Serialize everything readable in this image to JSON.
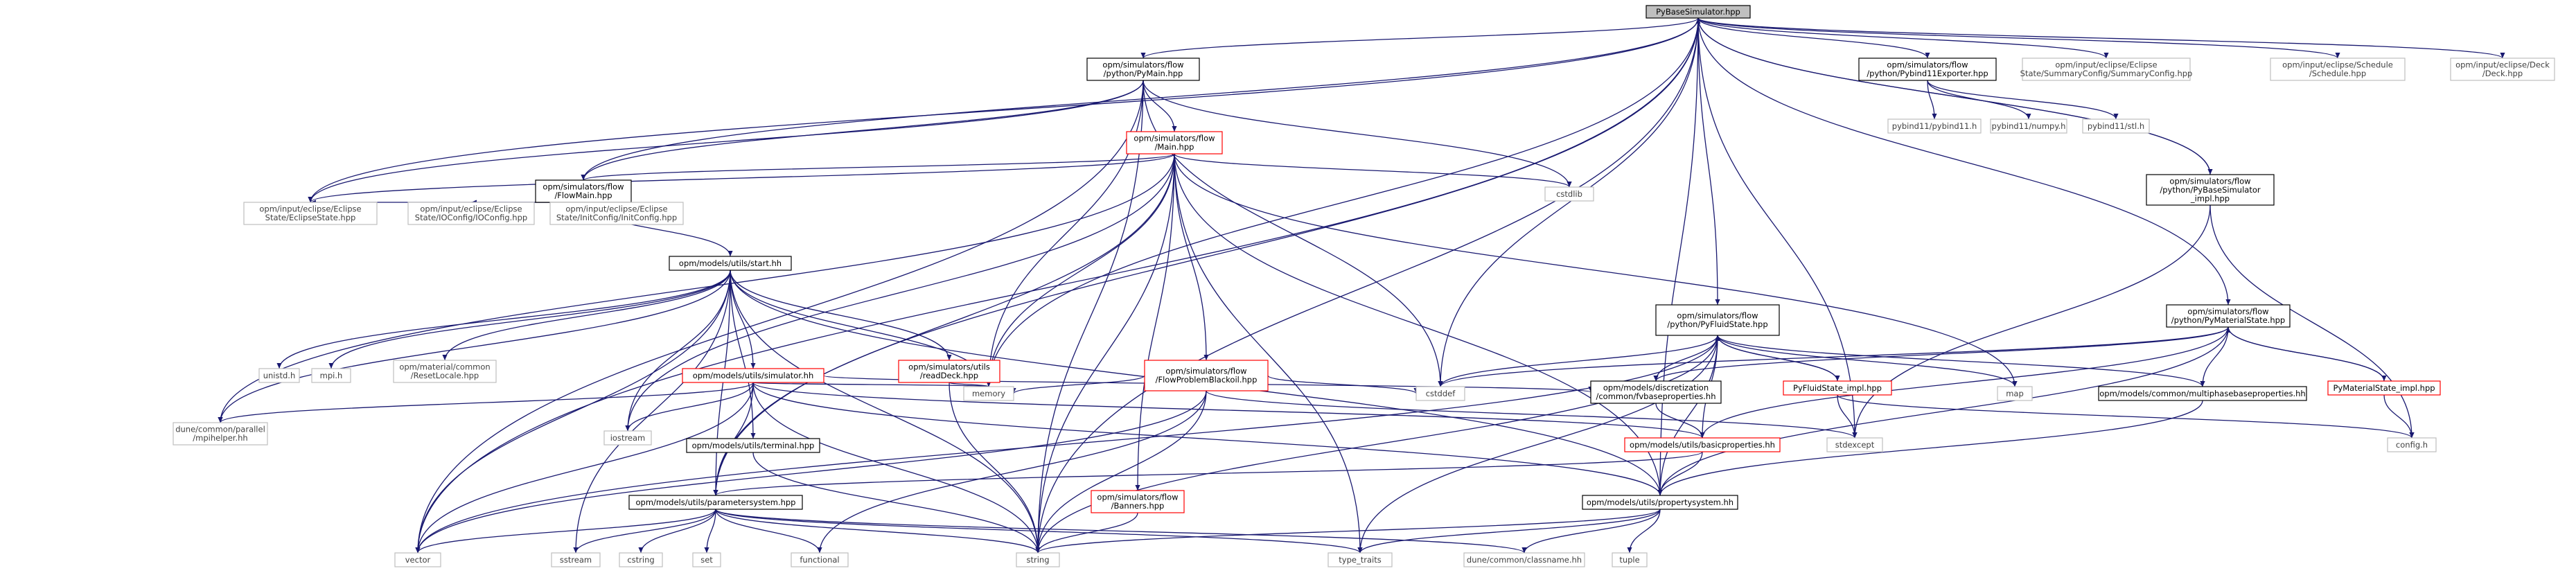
{
  "graph": {
    "nodes": [
      {
        "id": "pybasesim",
        "kind": "root",
        "lines": [
          "PyBaseSimulator.hpp"
        ]
      },
      {
        "id": "pymain",
        "kind": "doc",
        "lines": [
          "opm/simulators/flow",
          "/python/PyMain.hpp"
        ]
      },
      {
        "id": "pybind11exp",
        "kind": "doc",
        "lines": [
          "opm/simulators/flow",
          "/python/Pybind11Exporter.hpp"
        ]
      },
      {
        "id": "summaryconfig",
        "kind": "sys",
        "lines": [
          "opm/input/eclipse/Eclipse",
          "State/SummaryConfig/SummaryConfig.hpp"
        ]
      },
      {
        "id": "schedule",
        "kind": "sys",
        "lines": [
          "opm/input/eclipse/Schedule",
          "/Schedule.hpp"
        ]
      },
      {
        "id": "deck",
        "kind": "sys",
        "lines": [
          "opm/input/eclipse/Deck",
          "/Deck.hpp"
        ]
      },
      {
        "id": "mainhpp",
        "kind": "red",
        "lines": [
          "opm/simulators/flow",
          "/Main.hpp"
        ]
      },
      {
        "id": "pybind11h",
        "kind": "sys",
        "lines": [
          "pybind11/pybind11.h"
        ]
      },
      {
        "id": "numpy",
        "kind": "sys",
        "lines": [
          "pybind11/numpy.h"
        ]
      },
      {
        "id": "stl",
        "kind": "sys",
        "lines": [
          "pybind11/stl.h"
        ]
      },
      {
        "id": "pybasesimimpl",
        "kind": "doc",
        "lines": [
          "opm/simulators/flow",
          "/python/PyBaseSimulator",
          "_impl.hpp"
        ]
      },
      {
        "id": "cstdlib",
        "kind": "sys",
        "lines": [
          "cstdlib"
        ]
      },
      {
        "id": "flowmain",
        "kind": "doc",
        "lines": [
          "opm/simulators/flow",
          "/FlowMain.hpp"
        ]
      },
      {
        "id": "eclipsestate",
        "kind": "sys",
        "lines": [
          "opm/input/eclipse/Eclipse",
          "State/EclipseState.hpp"
        ]
      },
      {
        "id": "ioconfig",
        "kind": "sys",
        "lines": [
          "opm/input/eclipse/Eclipse",
          "State/IOConfig/IOConfig.hpp"
        ]
      },
      {
        "id": "initconfig",
        "kind": "sys",
        "lines": [
          "opm/input/eclipse/Eclipse",
          "State/InitConfig/InitConfig.hpp"
        ]
      },
      {
        "id": "start",
        "kind": "doc",
        "lines": [
          "opm/models/utils/start.hh"
        ]
      },
      {
        "id": "pyfluidstate",
        "kind": "doc",
        "lines": [
          "opm/simulators/flow",
          "/python/PyFluidState.hpp"
        ]
      },
      {
        "id": "pymaterialstate",
        "kind": "doc",
        "lines": [
          "opm/simulators/flow",
          "/python/PyMaterialState.hpp"
        ]
      },
      {
        "id": "unistd",
        "kind": "sys",
        "lines": [
          "unistd.h"
        ]
      },
      {
        "id": "mpih",
        "kind": "sys",
        "lines": [
          "mpi.h"
        ]
      },
      {
        "id": "resetlocale",
        "kind": "sys",
        "lines": [
          "opm/material/common",
          "/ResetLocale.hpp"
        ]
      },
      {
        "id": "simulatorhh",
        "kind": "red",
        "lines": [
          "opm/models/utils/simulator.hh"
        ]
      },
      {
        "id": "readdeck",
        "kind": "red",
        "lines": [
          "opm/simulators/utils",
          "/readDeck.hpp"
        ]
      },
      {
        "id": "flowproblem",
        "kind": "red",
        "lines": [
          "opm/simulators/flow",
          "/FlowProblemBlackoil.hpp"
        ]
      },
      {
        "id": "cstddef",
        "kind": "sys",
        "lines": [
          "cstddef"
        ]
      },
      {
        "id": "fvbase",
        "kind": "doc",
        "lines": [
          "opm/models/discretization",
          "/common/fvbaseproperties.hh"
        ]
      },
      {
        "id": "pyfluidimpl",
        "kind": "red",
        "lines": [
          "PyFluidState_impl.hpp"
        ]
      },
      {
        "id": "mapn",
        "kind": "sys",
        "lines": [
          "map"
        ]
      },
      {
        "id": "multiphase",
        "kind": "doc",
        "lines": [
          "opm/models/common/multiphasebaseproperties.hh"
        ]
      },
      {
        "id": "pymatimpl",
        "kind": "red",
        "lines": [
          "PyMaterialState_impl.hpp"
        ]
      },
      {
        "id": "mpihelper",
        "kind": "sys",
        "lines": [
          "dune/common/parallel",
          "/mpihelper.hh"
        ]
      },
      {
        "id": "iostream",
        "kind": "sys",
        "lines": [
          "iostream"
        ]
      },
      {
        "id": "memory",
        "kind": "sys",
        "lines": [
          "memory"
        ]
      },
      {
        "id": "terminal",
        "kind": "doc",
        "lines": [
          "opm/models/utils/terminal.hpp"
        ]
      },
      {
        "id": "stdexcept",
        "kind": "sys",
        "lines": [
          "stdexcept"
        ]
      },
      {
        "id": "basicprops",
        "kind": "red",
        "lines": [
          "opm/models/utils/basicproperties.hh"
        ]
      },
      {
        "id": "configh",
        "kind": "sys",
        "lines": [
          "config.h"
        ]
      },
      {
        "id": "banners",
        "kind": "red",
        "lines": [
          "opm/simulators/flow",
          "/Banners.hpp"
        ]
      },
      {
        "id": "paramsys",
        "kind": "doc",
        "lines": [
          "opm/models/utils/parametersystem.hpp"
        ]
      },
      {
        "id": "propsys",
        "kind": "doc",
        "lines": [
          "opm/models/utils/propertysystem.hh"
        ]
      },
      {
        "id": "vector",
        "kind": "sys",
        "lines": [
          "vector"
        ]
      },
      {
        "id": "sstream",
        "kind": "sys",
        "lines": [
          "sstream"
        ]
      },
      {
        "id": "cstring",
        "kind": "sys",
        "lines": [
          "cstring"
        ]
      },
      {
        "id": "set",
        "kind": "sys",
        "lines": [
          "set"
        ]
      },
      {
        "id": "functional",
        "kind": "sys",
        "lines": [
          "functional"
        ]
      },
      {
        "id": "string",
        "kind": "sys",
        "lines": [
          "string"
        ]
      },
      {
        "id": "typetraits",
        "kind": "sys",
        "lines": [
          "type_traits"
        ]
      },
      {
        "id": "classname",
        "kind": "sys",
        "lines": [
          "dune/common/classname.hh"
        ]
      },
      {
        "id": "tuple",
        "kind": "sys",
        "lines": [
          "tuple"
        ]
      }
    ],
    "edges": [
      [
        "pybasesim",
        "pymain"
      ],
      [
        "pybasesim",
        "pybind11exp"
      ],
      [
        "pybasesim",
        "summaryconfig"
      ],
      [
        "pybasesim",
        "schedule"
      ],
      [
        "pybasesim",
        "deck"
      ],
      [
        "pybasesim",
        "pybasesimimpl"
      ],
      [
        "pybasesim",
        "flowmain"
      ],
      [
        "pybasesim",
        "eclipsestate"
      ],
      [
        "pybasesim",
        "pyfluidstate"
      ],
      [
        "pybasesim",
        "pymaterialstate"
      ],
      [
        "pybasesim",
        "memory"
      ],
      [
        "pybasesim",
        "string"
      ],
      [
        "pybasesim",
        "vector"
      ],
      [
        "pybasesim",
        "cstddef"
      ],
      [
        "pybasesim",
        "stdexcept"
      ],
      [
        "pybasesim",
        "propsys"
      ],
      [
        "pybasesim",
        "paramsys"
      ],
      [
        "pymain",
        "mainhpp"
      ],
      [
        "pymain",
        "flowmain"
      ],
      [
        "pymain",
        "eclipsestate"
      ],
      [
        "pymain",
        "cstdlib"
      ],
      [
        "pymain",
        "memory"
      ],
      [
        "pymain",
        "string"
      ],
      [
        "pymain",
        "vector"
      ],
      [
        "pymain",
        "cstddef"
      ],
      [
        "pybind11exp",
        "pybind11h"
      ],
      [
        "pybind11exp",
        "numpy"
      ],
      [
        "pybind11exp",
        "stl"
      ],
      [
        "pybasesimimpl",
        "pybasesim"
      ],
      [
        "pybasesimimpl",
        "configh"
      ],
      [
        "pybasesimimpl",
        "stdexcept"
      ],
      [
        "mainhpp",
        "flowmain"
      ],
      [
        "mainhpp",
        "flowproblem"
      ],
      [
        "mainhpp",
        "banners"
      ],
      [
        "mainhpp",
        "cstdlib"
      ],
      [
        "mainhpp",
        "eclipsestate"
      ],
      [
        "mainhpp",
        "mpihelper"
      ],
      [
        "mainhpp",
        "memory"
      ],
      [
        "mainhpp",
        "string"
      ],
      [
        "mainhpp",
        "iostream"
      ],
      [
        "mainhpp",
        "mapn"
      ],
      [
        "mainhpp",
        "typetraits"
      ],
      [
        "mainhpp",
        "propsys"
      ],
      [
        "mainhpp",
        "paramsys"
      ],
      [
        "flowmain",
        "eclipsestate"
      ],
      [
        "flowmain",
        "ioconfig"
      ],
      [
        "flowmain",
        "initconfig"
      ],
      [
        "flowmain",
        "start"
      ],
      [
        "start",
        "unistd"
      ],
      [
        "start",
        "mpih"
      ],
      [
        "start",
        "resetlocale"
      ],
      [
        "start",
        "simulatorhh"
      ],
      [
        "start",
        "readdeck"
      ],
      [
        "start",
        "mpihelper"
      ],
      [
        "start",
        "iostream"
      ],
      [
        "start",
        "memory"
      ],
      [
        "start",
        "string"
      ],
      [
        "start",
        "vector"
      ],
      [
        "start",
        "sstream"
      ],
      [
        "start",
        "terminal"
      ],
      [
        "start",
        "paramsys"
      ],
      [
        "start",
        "propsys"
      ],
      [
        "simulatorhh",
        "mpihelper"
      ],
      [
        "simulatorhh",
        "iostream"
      ],
      [
        "simulatorhh",
        "memory"
      ],
      [
        "simulatorhh",
        "fvbase"
      ],
      [
        "simulatorhh",
        "basicprops"
      ],
      [
        "simulatorhh",
        "paramsys"
      ],
      [
        "simulatorhh",
        "propsys"
      ],
      [
        "simulatorhh",
        "string"
      ],
      [
        "simulatorhh",
        "vector"
      ],
      [
        "readdeck",
        "memory"
      ],
      [
        "readdeck",
        "string"
      ],
      [
        "flowproblem",
        "cstddef"
      ],
      [
        "flowproblem",
        "memory"
      ],
      [
        "flowproblem",
        "string"
      ],
      [
        "flowproblem",
        "vector"
      ],
      [
        "flowproblem",
        "functional"
      ],
      [
        "flowproblem",
        "stdexcept"
      ],
      [
        "pyfluidstate",
        "cstddef"
      ],
      [
        "pyfluidstate",
        "fvbase"
      ],
      [
        "pyfluidstate",
        "pyfluidimpl"
      ],
      [
        "pyfluidstate",
        "mapn"
      ],
      [
        "pyfluidstate",
        "multiphase"
      ],
      [
        "pyfluidstate",
        "basicprops"
      ],
      [
        "pyfluidstate",
        "propsys"
      ],
      [
        "pyfluidstate",
        "string"
      ],
      [
        "pyfluidstate",
        "vector"
      ],
      [
        "pyfluidstate",
        "typetraits"
      ],
      [
        "pyfluidimpl",
        "pyfluidstate"
      ],
      [
        "pyfluidimpl",
        "stdexcept"
      ],
      [
        "pyfluidimpl",
        "configh"
      ],
      [
        "pymaterialstate",
        "cstddef"
      ],
      [
        "pymaterialstate",
        "fvbase"
      ],
      [
        "pymaterialstate",
        "multiphase"
      ],
      [
        "pymaterialstate",
        "pymatimpl"
      ],
      [
        "pymaterialstate",
        "basicprops"
      ],
      [
        "pymaterialstate",
        "propsys"
      ],
      [
        "pymatimpl",
        "pymaterialstate"
      ],
      [
        "pymatimpl",
        "configh"
      ],
      [
        "fvbase",
        "basicprops"
      ],
      [
        "multiphase",
        "propsys"
      ],
      [
        "basicprops",
        "paramsys"
      ],
      [
        "basicprops",
        "propsys"
      ],
      [
        "terminal",
        "string"
      ],
      [
        "banners",
        "string"
      ],
      [
        "paramsys",
        "vector"
      ],
      [
        "paramsys",
        "sstream"
      ],
      [
        "paramsys",
        "cstring"
      ],
      [
        "paramsys",
        "set"
      ],
      [
        "paramsys",
        "functional"
      ],
      [
        "paramsys",
        "string"
      ],
      [
        "paramsys",
        "typetraits"
      ],
      [
        "paramsys",
        "classname"
      ],
      [
        "propsys",
        "typetraits"
      ],
      [
        "propsys",
        "classname"
      ],
      [
        "propsys",
        "tuple"
      ],
      [
        "propsys",
        "string"
      ]
    ]
  }
}
